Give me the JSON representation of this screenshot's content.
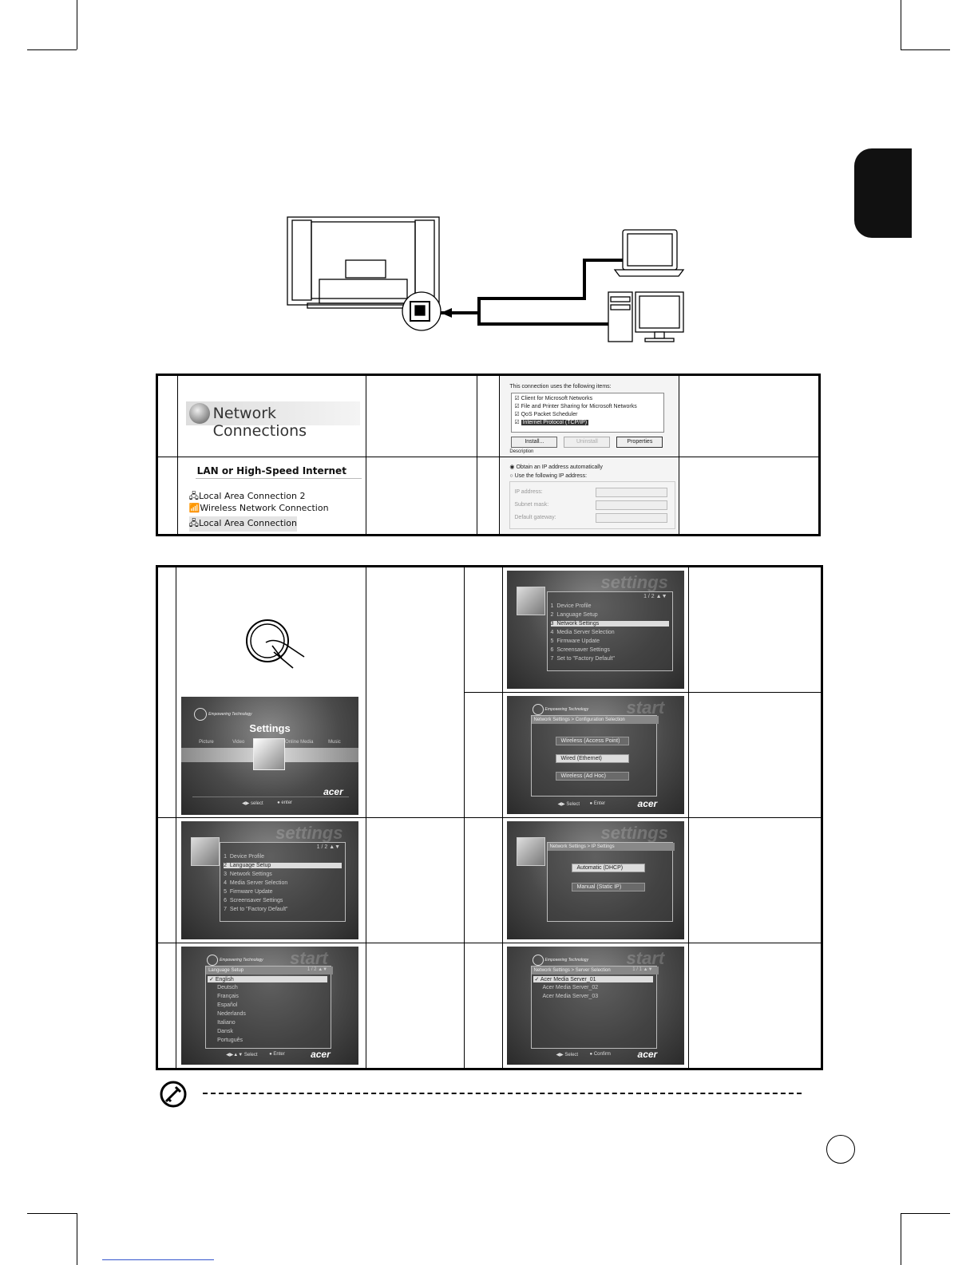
{
  "network_connections": {
    "title": "Network Connections"
  },
  "lan": {
    "heading": "LAN or High-Speed Internet",
    "items": [
      "Local Area Connection 2",
      "Wireless Network Connection",
      "Local Area Connection"
    ]
  },
  "tcp_dialog": {
    "caption": "This connection uses the following items:",
    "items": [
      "Client for Microsoft Networks",
      "File and Printer Sharing for Microsoft Networks",
      "QoS Packet Scheduler",
      "Internet Protocol (TCP/IP)"
    ],
    "buttons": [
      "Install...",
      "Uninstall",
      "Properties"
    ],
    "desc": "Description"
  },
  "ip_dialog": {
    "auto": "Obtain an IP address automatically",
    "manual": "Use the following IP address:",
    "fields": [
      "IP address:",
      "Subnet mask:",
      "Default gateway:"
    ]
  },
  "settings_main": {
    "emp": "Empowering Technology",
    "title": "Settings",
    "cats": [
      "Picture",
      "Video",
      "Settings",
      "Online Media",
      "Music"
    ],
    "foot_select": "select",
    "foot_enter": "enter",
    "logo": "acer"
  },
  "settings_menu": {
    "watermark": "settings",
    "page": "1 / 2",
    "items": [
      "Device Profile",
      "Language Setup",
      "Network Settings",
      "Media Server Selection",
      "Firmware Update",
      "Screensaver Settings",
      "Set to \"Factory Default\""
    ]
  },
  "config_sel": {
    "emp": "Empowering Technology",
    "watermark": "start",
    "header": "Network Settings > Configuration Selection",
    "options": [
      "Wireless (Access Point)",
      "Wired (Ethernet)",
      "Wireless (Ad Hoc)"
    ],
    "foot_select": "Select",
    "foot_enter": "Enter",
    "logo": "acer"
  },
  "ip_settings": {
    "watermark": "settings",
    "header": "Network Settings > IP Settings",
    "options": [
      "Automatic (DHCP)",
      "Manual (Static IP)"
    ]
  },
  "lang_setup": {
    "emp": "Empowering Technology",
    "watermark": "start",
    "header": "Language Setup",
    "page": "1 / 2",
    "items": [
      "English",
      "Deutsch",
      "Français",
      "Español",
      "Nederlands",
      "Italiano",
      "Dansk",
      "Português"
    ],
    "foot_select": "Select",
    "foot_enter": "Enter",
    "logo": "acer"
  },
  "server_sel": {
    "emp": "Empowering Technology",
    "watermark": "start",
    "header": "Network Settings > Server Selection",
    "page": "1 / 1",
    "items": [
      "Acer Media Server_01",
      "Acer Media Server_02",
      "Acer Media Server_03"
    ],
    "foot_select": "Select",
    "foot_confirm": "Confirm",
    "logo": "acer"
  }
}
